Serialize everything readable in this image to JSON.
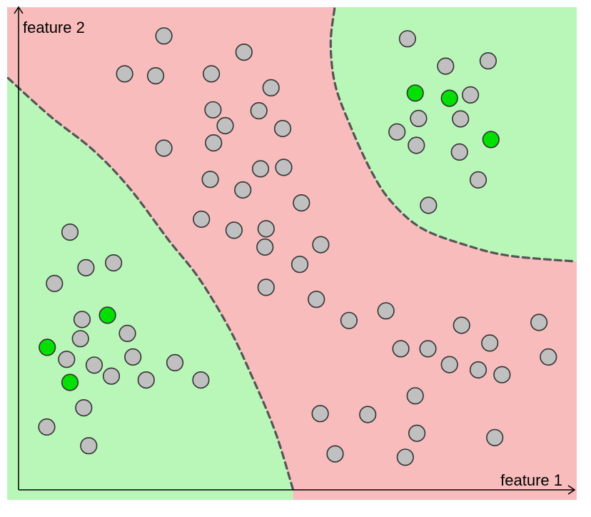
{
  "chart_data": {
    "type": "scatter",
    "title": "",
    "xlabel": "feature 1",
    "ylabel": "feature 2",
    "xlim": [
      0,
      100
    ],
    "ylim": [
      0,
      100
    ],
    "grid": false,
    "legend": "none",
    "colors": {
      "region_positive": "#b9f7b9",
      "region_negative": "#f8bcbc",
      "boundary": "#555555",
      "point_unlabeled": "#c0c0c0",
      "point_labeled": "#00e000",
      "point_stroke": "#333333",
      "axis": "#000000"
    },
    "regions": [
      {
        "label": "positive",
        "boundary": [
          [
            -1.9,
            85.8
          ],
          [
            5.8,
            77.8
          ],
          [
            13.5,
            70.8
          ],
          [
            20.0,
            63.0
          ],
          [
            27.2,
            52.0
          ],
          [
            32.7,
            44.0
          ],
          [
            38.2,
            33.5
          ],
          [
            42.5,
            23.0
          ],
          [
            46.5,
            12.0
          ],
          [
            49.7,
            0
          ]
        ]
      },
      {
        "label": "positive",
        "boundary": [
          [
            57.2,
            100.3
          ],
          [
            56.5,
            93.0
          ],
          [
            57.3,
            84.5
          ],
          [
            60.0,
            76.0
          ],
          [
            63.8,
            66.5
          ],
          [
            67.5,
            60.0
          ],
          [
            73.0,
            54.5
          ],
          [
            81.0,
            51.0
          ],
          [
            88.8,
            48.8
          ],
          [
            100.8,
            47.6
          ]
        ]
      }
    ],
    "series": [
      {
        "points": [
          [
            26.3,
            94.6
          ],
          [
            40.8,
            91.2
          ],
          [
            19.2,
            86.7
          ],
          [
            24.8,
            86.3
          ],
          [
            34.9,
            86.7
          ],
          [
            45.7,
            83.8
          ],
          [
            35.2,
            79.2
          ],
          [
            43.5,
            79.0
          ],
          [
            37.4,
            75.9
          ],
          [
            47.8,
            75.3
          ],
          [
            26.3,
            71.2
          ],
          [
            35.3,
            72.3
          ],
          [
            48.0,
            67.2
          ],
          [
            43.8,
            66.9
          ],
          [
            34.7,
            64.7
          ],
          [
            40.6,
            62.5
          ],
          [
            51.2,
            59.8
          ],
          [
            33.1,
            56.4
          ],
          [
            39.0,
            54.1
          ],
          [
            44.8,
            54.4
          ],
          [
            44.6,
            50.6
          ],
          [
            54.7,
            51.1
          ],
          [
            50.9,
            47.0
          ],
          [
            44.8,
            42.2
          ],
          [
            53.9,
            39.7
          ],
          [
            59.8,
            35.3
          ],
          [
            66.5,
            37.3
          ],
          [
            70.4,
            94.0
          ],
          [
            77.3,
            88.3
          ],
          [
            85.0,
            89.4
          ],
          [
            81.8,
            82.3
          ],
          [
            72.4,
            77.4
          ],
          [
            80.0,
            77.3
          ],
          [
            68.5,
            74.6
          ],
          [
            72.0,
            71.8
          ],
          [
            79.8,
            70.4
          ],
          [
            83.2,
            64.6
          ],
          [
            74.2,
            59.3
          ],
          [
            9.3,
            53.7
          ],
          [
            17.2,
            47.3
          ],
          [
            12.2,
            46.3
          ],
          [
            6.5,
            43.0
          ],
          [
            11.5,
            35.5
          ],
          [
            19.7,
            32.6
          ],
          [
            11.2,
            31.5
          ],
          [
            8.7,
            27.2
          ],
          [
            13.7,
            26.0
          ],
          [
            20.7,
            27.7
          ],
          [
            28.3,
            26.5
          ],
          [
            16.8,
            23.7
          ],
          [
            23.1,
            22.9
          ],
          [
            33.0,
            22.9
          ],
          [
            11.8,
            17.1
          ],
          [
            5.1,
            13.1
          ],
          [
            12.7,
            9.2
          ],
          [
            80.2,
            34.3
          ],
          [
            94.2,
            34.9
          ],
          [
            69.2,
            29.4
          ],
          [
            74.1,
            29.4
          ],
          [
            85.3,
            30.6
          ],
          [
            78.0,
            26.1
          ],
          [
            83.2,
            25.0
          ],
          [
            87.5,
            24.0
          ],
          [
            95.9,
            27.7
          ],
          [
            71.8,
            19.6
          ],
          [
            54.6,
            15.9
          ],
          [
            63.2,
            15.7
          ],
          [
            72.1,
            11.8
          ],
          [
            86.2,
            10.9
          ],
          [
            57.3,
            7.5
          ],
          [
            70.0,
            6.8
          ]
        ],
        "label": "unlabeled"
      },
      {
        "points": [
          [
            71.8,
            82.7
          ],
          [
            78.0,
            81.6
          ],
          [
            85.5,
            73.0
          ],
          [
            16.1,
            36.4
          ],
          [
            5.2,
            29.7
          ],
          [
            9.3,
            22.4
          ]
        ],
        "label": "labeled"
      }
    ]
  }
}
